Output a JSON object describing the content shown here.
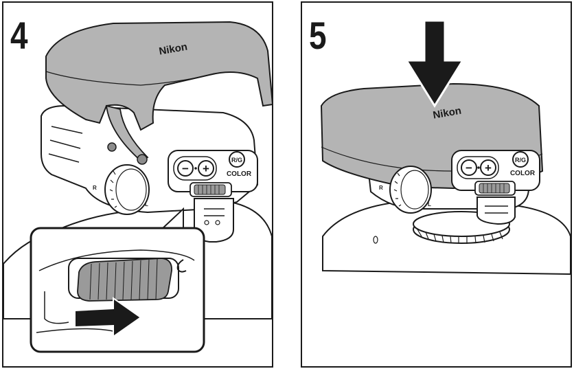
{
  "panels": [
    {
      "step": "4",
      "brand": "Nikon",
      "buttons": {
        "minus": "−",
        "plus": "+",
        "rg": "R/G",
        "color": "COLOR"
      },
      "side_labels": {
        "r": "R",
        "l": "L"
      }
    },
    {
      "step": "5",
      "brand": "Nikon",
      "buttons": {
        "minus": "−",
        "plus": "+",
        "rg": "R/G",
        "color": "COLOR"
      },
      "side_labels": {
        "r": "R",
        "l": "L"
      }
    }
  ],
  "colors": {
    "line": "#1a1a1a",
    "cover": "#b4b4b4",
    "body": "#ffffff",
    "shade": "#8c8c8c",
    "arrow": "#1a1a1a"
  }
}
